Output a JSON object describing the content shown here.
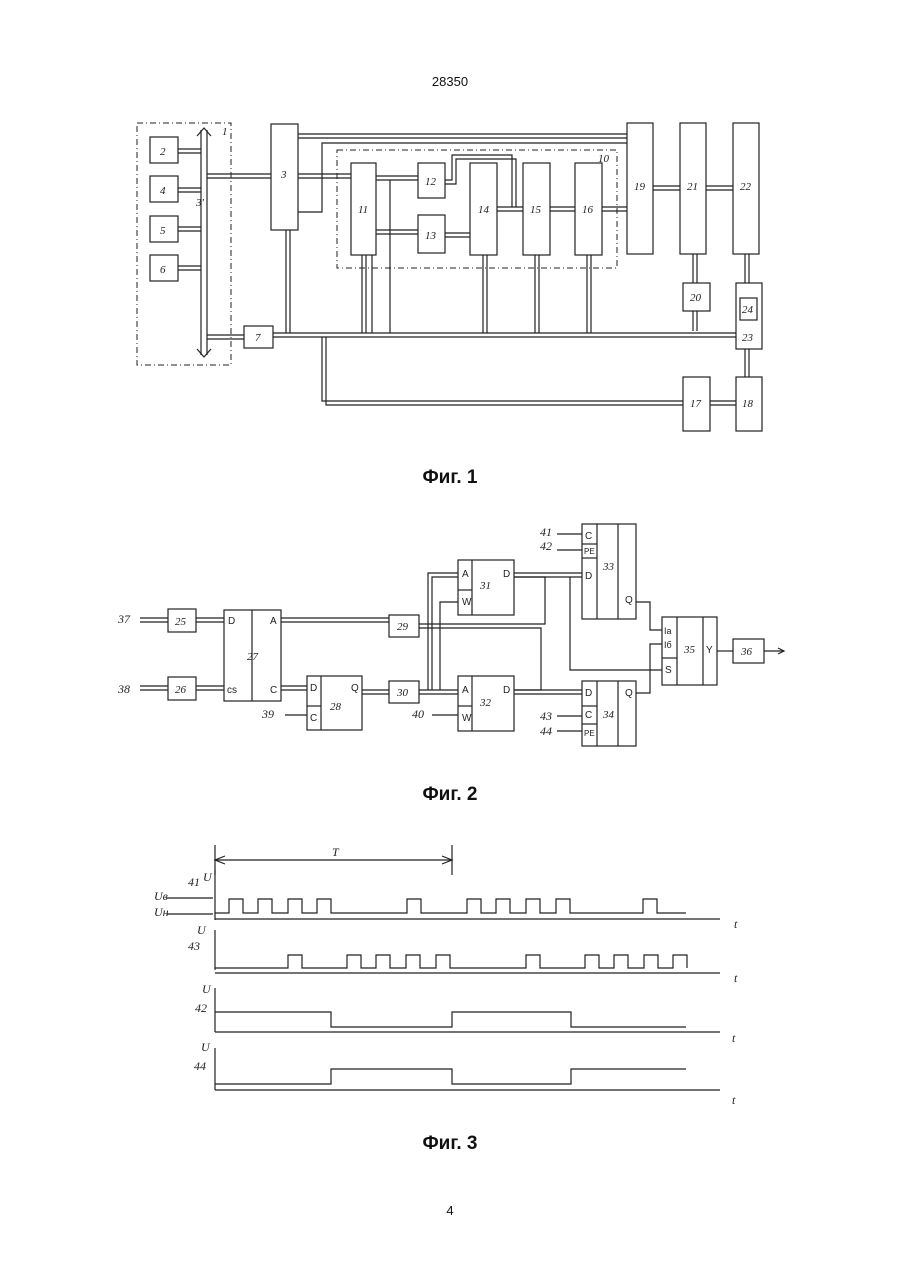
{
  "header": {
    "doc_number": "28350"
  },
  "footer": {
    "page_number": "4"
  },
  "fig1": {
    "caption": "Фиг. 1",
    "blocks": {
      "b1": "1",
      "b2": "2",
      "b3": "3",
      "b4": "4",
      "b5": "5",
      "b6": "6",
      "b7": "7",
      "b10": "10",
      "b11": "11",
      "b12": "12",
      "b13": "13",
      "b14": "14",
      "b15": "15",
      "b16": "16",
      "b17": "17",
      "b18": "18",
      "b19": "19",
      "b20": "20",
      "b21": "21",
      "b22": "22",
      "b23": "23",
      "b24": "24",
      "bus": "3'"
    }
  },
  "fig2": {
    "caption": "Фиг. 2",
    "blocks": {
      "b25": "25",
      "b26": "26",
      "b27": "27",
      "b28": "28",
      "b29": "29",
      "b30": "30",
      "b31": "31",
      "b32": "32",
      "b33": "33",
      "b34": "34",
      "b35": "35",
      "b36": "36"
    },
    "inputs": {
      "i37": "37",
      "i38": "38",
      "i39": "39",
      "i40": "40",
      "i41": "41",
      "i42": "42",
      "i43": "43",
      "i44": "44"
    },
    "pins": {
      "D": "D",
      "A": "A",
      "C": "C",
      "CS": "cs",
      "Q": "Q",
      "W": "W",
      "PE": "PE",
      "Ia": "Ia",
      "Ib": "Iб",
      "S": "S",
      "Y": "Y"
    }
  },
  "fig3": {
    "caption": "Фиг. 3",
    "period": "T",
    "axis_v": "U",
    "axis_t": "t",
    "levels": {
      "high": "Uв",
      "low": "Uн"
    },
    "traces": [
      "41",
      "43",
      "42",
      "44"
    ]
  }
}
